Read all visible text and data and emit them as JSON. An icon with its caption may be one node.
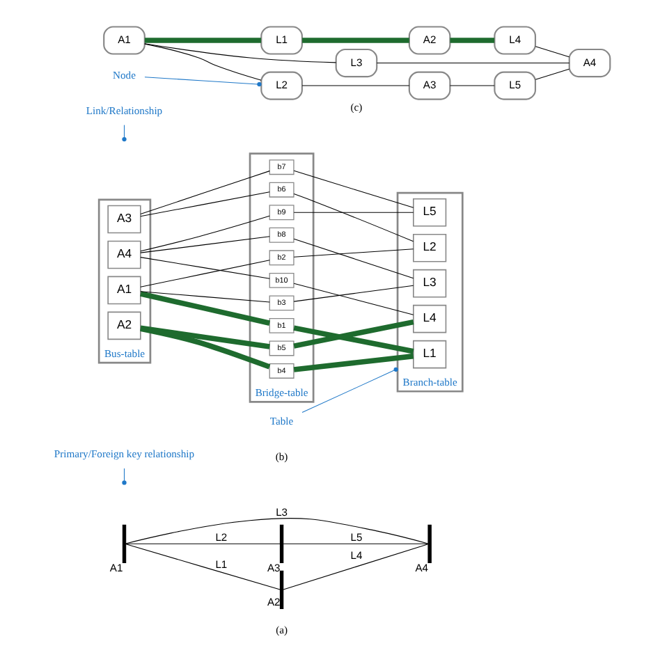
{
  "diagram": {
    "nodes": [
      {
        "text": [],
        "shape": "bar",
        "beside": [
          "A1"
        ]
      },
      {
        "text": [],
        "shape": "bar",
        "beside": [
          "A2"
        ]
      },
      {
        "text": [],
        "shape": "bar",
        "beside": [
          "A3"
        ]
      },
      {
        "text": [],
        "shape": "bar",
        "beside": [
          "A4"
        ]
      },
      {
        "text": [
          "Bus-table"
        ]
      },
      {
        "text": [
          "A1"
        ],
        "in": 4
      },
      {
        "text": [
          "A2"
        ],
        "in": 4
      },
      {
        "text": [
          "A3"
        ],
        "in": 4
      },
      {
        "text": [
          "A4"
        ],
        "in": 4
      },
      {
        "text": [
          "Bridge-table"
        ]
      },
      {
        "text": [
          "b1"
        ],
        "in": 9
      },
      {
        "text": [
          "b2"
        ],
        "in": 9
      },
      {
        "text": [
          "b3"
        ],
        "in": 9
      },
      {
        "text": [
          "b4"
        ],
        "in": 9
      },
      {
        "text": [
          "b5"
        ],
        "in": 9
      },
      {
        "text": [
          "b6"
        ],
        "in": 9
      },
      {
        "text": [
          "b7"
        ],
        "in": 9
      },
      {
        "text": [
          "b8"
        ],
        "in": 9
      },
      {
        "text": [
          "b9"
        ],
        "in": 9
      },
      {
        "text": [
          "b10"
        ],
        "in": 9
      },
      {
        "text": [
          "Branch-table"
        ]
      },
      {
        "text": [
          "L1"
        ],
        "in": 20
      },
      {
        "text": [
          "L2"
        ],
        "in": 20
      },
      {
        "text": [
          "L3"
        ],
        "in": 20
      },
      {
        "text": [
          "L4"
        ],
        "in": 20
      },
      {
        "text": [
          "L5"
        ],
        "in": 20
      },
      {
        "text": [
          "Primary/Foreign key relationship"
        ]
      },
      {
        "text": [
          "Table"
        ]
      },
      {
        "text": [
          "L1"
        ]
      },
      {
        "text": [
          "A1"
        ]
      },
      {
        "text": [
          "A2"
        ]
      },
      {
        "text": [
          "L2"
        ]
      },
      {
        "text": [
          "L3"
        ]
      },
      {
        "text": [
          "L4"
        ]
      },
      {
        "text": [
          "A3"
        ]
      },
      {
        "text": [
          "A4"
        ]
      },
      {
        "text": [
          "L5"
        ]
      },
      {
        "text": [
          "Node"
        ]
      },
      {
        "text": [
          "Link/Relationship"
        ]
      }
    ],
    "edges": [
      {
        "from": 0,
        "to": 1,
        "arrow": "none",
        "label": "L1"
      },
      {
        "from": 0,
        "to": 2,
        "arrow": "none",
        "label": "L2"
      },
      {
        "from": 0,
        "to": 3,
        "arrow": "none",
        "label": "L3"
      },
      {
        "from": 1,
        "to": 3,
        "arrow": "none",
        "label": "L4"
      },
      {
        "from": 2,
        "to": 3,
        "arrow": "none",
        "label": "L5"
      },
      {
        "from": 5,
        "to": 10,
        "arrow": "none",
        "style": "thick",
        "color": "#1e6b2e"
      },
      {
        "from": 5,
        "to": 11,
        "arrow": "none"
      },
      {
        "from": 5,
        "to": 12,
        "arrow": "none"
      },
      {
        "from": 6,
        "to": 13,
        "arrow": "none",
        "style": "thick",
        "color": "#1e6b2e"
      },
      {
        "from": 6,
        "to": 14,
        "arrow": "none",
        "style": "thick",
        "color": "#1e6b2e"
      },
      {
        "from": 7,
        "to": 15,
        "arrow": "none"
      },
      {
        "from": 7,
        "to": 16,
        "arrow": "none"
      },
      {
        "from": 8,
        "to": 17,
        "arrow": "none"
      },
      {
        "from": 8,
        "to": 18,
        "arrow": "none"
      },
      {
        "from": 8,
        "to": 19,
        "arrow": "none"
      },
      {
        "from": 10,
        "to": 21,
        "arrow": "none",
        "style": "thick",
        "color": "#1e6b2e"
      },
      {
        "from": 11,
        "to": 22,
        "arrow": "none"
      },
      {
        "from": 12,
        "to": 23,
        "arrow": "none"
      },
      {
        "from": 13,
        "to": 21,
        "arrow": "none",
        "style": "thick",
        "color": "#1e6b2e"
      },
      {
        "from": 14,
        "to": 24,
        "arrow": "none",
        "style": "thick",
        "color": "#1e6b2e"
      },
      {
        "from": 15,
        "to": 22,
        "arrow": "none"
      },
      {
        "from": 16,
        "to": 25,
        "arrow": "none"
      },
      {
        "from": 17,
        "to": 23,
        "arrow": "none"
      },
      {
        "from": 18,
        "to": 25,
        "arrow": "none"
      },
      {
        "from": 19,
        "to": 24,
        "arrow": "none"
      },
      {
        "from": 26,
        "to": null,
        "arrow": "other",
        "color": "#1f78c8"
      },
      {
        "from": 27,
        "to": 20,
        "arrow": "other",
        "color": "#1f78c8"
      },
      {
        "from": 29,
        "to": 28,
        "arrow": "none",
        "style": "thick",
        "color": "#1e6b2e"
      },
      {
        "from": 28,
        "to": 30,
        "arrow": "none",
        "style": "thick",
        "color": "#1e6b2e"
      },
      {
        "from": 30,
        "to": 33,
        "arrow": "none",
        "style": "thick",
        "color": "#1e6b2e"
      },
      {
        "from": 29,
        "to": 31,
        "arrow": "none"
      },
      {
        "from": 29,
        "to": 32,
        "arrow": "none"
      },
      {
        "from": 31,
        "to": 34,
        "arrow": "none"
      },
      {
        "from": 32,
        "to": 35,
        "arrow": "none"
      },
      {
        "from": 33,
        "to": 35,
        "arrow": "none"
      },
      {
        "from": 34,
        "to": 36,
        "arrow": "none"
      },
      {
        "from": 36,
        "to": 35,
        "arrow": "none"
      },
      {
        "from": 37,
        "to": 31,
        "arrow": "other",
        "color": "#1f78c8"
      },
      {
        "from": 38,
        "to": null,
        "arrow": "other",
        "color": "#1f78c8"
      }
    ],
    "labels": [
      "(a)",
      "(b)",
      "(c)"
    ]
  }
}
